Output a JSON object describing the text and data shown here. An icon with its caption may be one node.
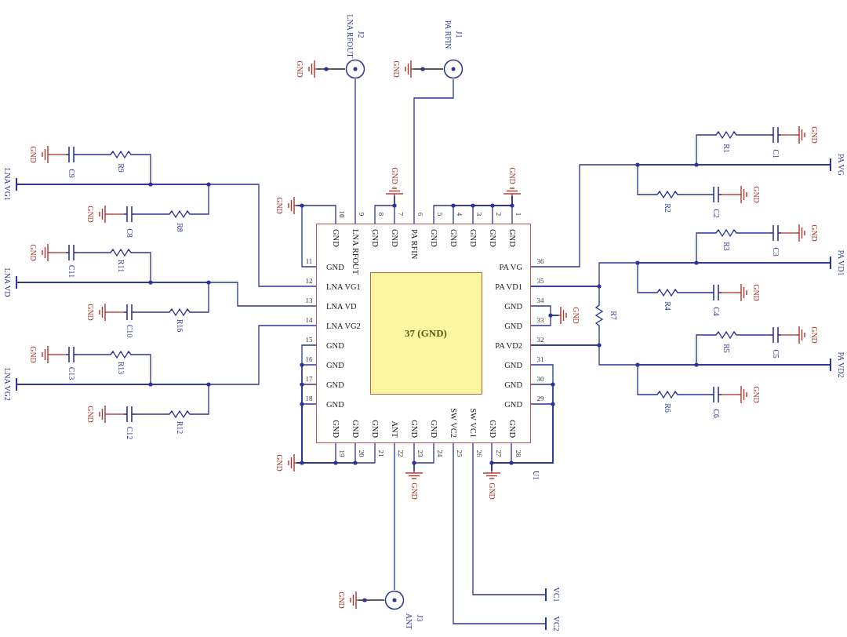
{
  "diagram": {
    "nodes": [
      {
        "text": [
          "GND",
          "GND",
          "GND",
          "GND",
          "GND",
          "PA RFIN",
          "GND",
          "GND",
          "LNA RFOUT",
          "GND",
          "GND",
          "LNA VG1",
          "LNA VD",
          "LNA VG2",
          "GND",
          "GND",
          "GND",
          "GND",
          "GND",
          "GND",
          "GND",
          "ANT",
          "GND",
          "GND",
          "SW VC2",
          "SW VC1",
          "GND",
          "GND",
          "GND",
          "GND",
          "GND",
          "PA VD2",
          "GND",
          "GND",
          "PA VD1",
          "PA VG"
        ],
        "beside": [
          "U1"
        ]
      },
      {
        "text": [
          "37 (GND)"
        ],
        "in": 0
      },
      {
        "text": [],
        "shape": "circle",
        "beside": [
          "J2",
          "LNA RFOUT"
        ]
      },
      {
        "text": [],
        "shape": "ground",
        "beside": [
          "GND"
        ]
      },
      {
        "text": [],
        "shape": "circle",
        "beside": [
          "J1",
          "PA RFIN"
        ]
      },
      {
        "text": [],
        "shape": "ground",
        "beside": [
          "GND"
        ]
      },
      {
        "text": [],
        "shape": "ground",
        "beside": [
          "GND"
        ]
      },
      {
        "text": [],
        "shape": "ground",
        "beside": [
          "GND"
        ]
      },
      {
        "text": [],
        "shape": "ground",
        "beside": [
          "GND"
        ]
      },
      {
        "text": [
          "LNA VG1"
        ]
      },
      {
        "text": [],
        "shape": "ground",
        "beside": [
          "GND"
        ]
      },
      {
        "text": [],
        "shape": "capacitor",
        "beside": [
          "C9"
        ]
      },
      {
        "text": [],
        "shape": "resistor",
        "beside": [
          "R9"
        ]
      },
      {
        "text": [],
        "shape": "ground",
        "beside": [
          "GND"
        ]
      },
      {
        "text": [],
        "shape": "capacitor",
        "beside": [
          "C8"
        ]
      },
      {
        "text": [],
        "shape": "resistor",
        "beside": [
          "R8"
        ]
      },
      {
        "text": [
          "LNA VD"
        ]
      },
      {
        "text": [],
        "shape": "ground",
        "beside": [
          "GND"
        ]
      },
      {
        "text": [],
        "shape": "capacitor",
        "beside": [
          "C11"
        ]
      },
      {
        "text": [],
        "shape": "resistor",
        "beside": [
          "R11"
        ]
      },
      {
        "text": [],
        "shape": "ground",
        "beside": [
          "GND"
        ]
      },
      {
        "text": [],
        "shape": "capacitor",
        "beside": [
          "C10"
        ]
      },
      {
        "text": [],
        "shape": "resistor",
        "beside": [
          "R16"
        ]
      },
      {
        "text": [
          "LNA VG2"
        ]
      },
      {
        "text": [],
        "shape": "ground",
        "beside": [
          "GND"
        ]
      },
      {
        "text": [],
        "shape": "capacitor",
        "beside": [
          "C13"
        ]
      },
      {
        "text": [],
        "shape": "resistor",
        "beside": [
          "R13"
        ]
      },
      {
        "text": [],
        "shape": "ground",
        "beside": [
          "GND"
        ]
      },
      {
        "text": [],
        "shape": "capacitor",
        "beside": [
          "C12"
        ]
      },
      {
        "text": [],
        "shape": "resistor",
        "beside": [
          "R12"
        ]
      },
      {
        "text": [],
        "shape": "ground",
        "beside": [
          "GND"
        ]
      },
      {
        "text": [],
        "shape": "ground",
        "beside": [
          "GND"
        ]
      },
      {
        "text": [],
        "shape": "ground",
        "beside": [
          "GND"
        ]
      },
      {
        "text": [],
        "shape": "circle",
        "beside": [
          "J3",
          "ANT"
        ]
      },
      {
        "text": [],
        "shape": "ground",
        "beside": [
          "GND"
        ]
      },
      {
        "text": [
          "VC1"
        ]
      },
      {
        "text": [
          "VC2"
        ]
      },
      {
        "text": [
          "PA VG"
        ]
      },
      {
        "text": [],
        "shape": "resistor",
        "beside": [
          "R1"
        ]
      },
      {
        "text": [],
        "shape": "capacitor",
        "beside": [
          "C1"
        ]
      },
      {
        "text": [],
        "shape": "ground",
        "beside": [
          "GND"
        ]
      },
      {
        "text": [],
        "shape": "resistor",
        "beside": [
          "R2"
        ]
      },
      {
        "text": [],
        "shape": "capacitor",
        "beside": [
          "C2"
        ]
      },
      {
        "text": [],
        "shape": "ground",
        "beside": [
          "GND"
        ]
      },
      {
        "text": [
          "PA VD1"
        ]
      },
      {
        "text": [],
        "shape": "resistor",
        "beside": [
          "R3"
        ]
      },
      {
        "text": [],
        "shape": "capacitor",
        "beside": [
          "C3"
        ]
      },
      {
        "text": [],
        "shape": "ground",
        "beside": [
          "GND"
        ]
      },
      {
        "text": [],
        "shape": "resistor",
        "beside": [
          "R4"
        ]
      },
      {
        "text": [],
        "shape": "capacitor",
        "beside": [
          "C4"
        ]
      },
      {
        "text": [],
        "shape": "ground",
        "beside": [
          "GND"
        ]
      },
      {
        "text": [],
        "shape": "resistor",
        "beside": [
          "R7"
        ]
      },
      {
        "text": [
          "PA VD2"
        ]
      },
      {
        "text": [],
        "shape": "resistor",
        "beside": [
          "R5"
        ]
      },
      {
        "text": [],
        "shape": "capacitor",
        "beside": [
          "C5"
        ]
      },
      {
        "text": [],
        "shape": "ground",
        "beside": [
          "GND"
        ]
      },
      {
        "text": [],
        "shape": "resistor",
        "beside": [
          "R6"
        ]
      },
      {
        "text": [],
        "shape": "capacitor",
        "beside": [
          "C6"
        ]
      },
      {
        "text": [],
        "shape": "ground",
        "beside": [
          "GND"
        ]
      },
      {
        "text": [],
        "shape": "ground",
        "beside": [
          "GND"
        ]
      }
    ],
    "edges": [
      {
        "from": 2,
        "to": 0,
        "arrow": "none"
      },
      {
        "from": 3,
        "to": 2,
        "arrow": "none",
        "color": "#222222"
      },
      {
        "from": 4,
        "to": 0,
        "arrow": "none"
      },
      {
        "from": 5,
        "to": 4,
        "arrow": "none",
        "color": "#222222"
      },
      {
        "from": 6,
        "to": 0,
        "arrow": "none"
      },
      {
        "from": 6,
        "to": 0,
        "arrow": "none"
      },
      {
        "from": 7,
        "to": 0,
        "arrow": "none"
      },
      {
        "from": 7,
        "to": 0,
        "arrow": "none"
      },
      {
        "from": 8,
        "to": 0,
        "arrow": "none"
      },
      {
        "from": 8,
        "to": 0,
        "arrow": "none"
      },
      {
        "from": 8,
        "to": 0,
        "arrow": "none"
      },
      {
        "from": 8,
        "to": 0,
        "arrow": "none"
      },
      {
        "from": 8,
        "to": 0,
        "arrow": "none"
      },
      {
        "from": 9,
        "to": 0,
        "arrow": "none"
      },
      {
        "from": 12,
        "to": 9,
        "arrow": "none"
      },
      {
        "from": 11,
        "to": 12,
        "arrow": "none"
      },
      {
        "from": 10,
        "to": 11,
        "arrow": "none",
        "color": "#a8342c"
      },
      {
        "from": 15,
        "to": 9,
        "arrow": "none"
      },
      {
        "from": 14,
        "to": 15,
        "arrow": "none"
      },
      {
        "from": 13,
        "to": 14,
        "arrow": "none",
        "color": "#a8342c"
      },
      {
        "from": 16,
        "to": 0,
        "arrow": "none"
      },
      {
        "from": 19,
        "to": 16,
        "arrow": "none"
      },
      {
        "from": 18,
        "to": 19,
        "arrow": "none"
      },
      {
        "from": 17,
        "to": 18,
        "arrow": "none",
        "color": "#a8342c"
      },
      {
        "from": 22,
        "to": 16,
        "arrow": "none"
      },
      {
        "from": 21,
        "to": 22,
        "arrow": "none"
      },
      {
        "from": 20,
        "to": 21,
        "arrow": "none",
        "color": "#a8342c"
      },
      {
        "from": 23,
        "to": 0,
        "arrow": "none"
      },
      {
        "from": 26,
        "to": 23,
        "arrow": "none"
      },
      {
        "from": 25,
        "to": 26,
        "arrow": "none"
      },
      {
        "from": 24,
        "to": 25,
        "arrow": "none",
        "color": "#a8342c"
      },
      {
        "from": 29,
        "to": 23,
        "arrow": "none"
      },
      {
        "from": 28,
        "to": 29,
        "arrow": "none"
      },
      {
        "from": 27,
        "to": 28,
        "arrow": "none",
        "color": "#a8342c"
      },
      {
        "from": 30,
        "to": 0,
        "arrow": "none"
      },
      {
        "from": 30,
        "to": 0,
        "arrow": "none"
      },
      {
        "from": 30,
        "to": 0,
        "arrow": "none"
      },
      {
        "from": 30,
        "to": 0,
        "arrow": "none"
      },
      {
        "from": 30,
        "to": 0,
        "arrow": "none"
      },
      {
        "from": 30,
        "to": 0,
        "arrow": "none"
      },
      {
        "from": 30,
        "to": 0,
        "arrow": "none"
      },
      {
        "from": 31,
        "to": 0,
        "arrow": "none"
      },
      {
        "from": 31,
        "to": 0,
        "arrow": "none"
      },
      {
        "from": 32,
        "to": 0,
        "arrow": "none"
      },
      {
        "from": 32,
        "to": 0,
        "arrow": "none"
      },
      {
        "from": 32,
        "to": 0,
        "arrow": "none"
      },
      {
        "from": 32,
        "to": 0,
        "arrow": "none"
      },
      {
        "from": 32,
        "to": 0,
        "arrow": "none"
      },
      {
        "from": 33,
        "to": 0,
        "arrow": "none"
      },
      {
        "from": 34,
        "to": 33,
        "arrow": "none",
        "color": "#222222"
      },
      {
        "from": 0,
        "to": 35,
        "arrow": "none"
      },
      {
        "from": 0,
        "to": 36,
        "arrow": "none"
      },
      {
        "from": 0,
        "to": 37,
        "arrow": "none"
      },
      {
        "from": 38,
        "to": 37,
        "arrow": "none"
      },
      {
        "from": 39,
        "to": 38,
        "arrow": "none"
      },
      {
        "from": 40,
        "to": 39,
        "arrow": "none",
        "color": "#a8342c"
      },
      {
        "from": 41,
        "to": 37,
        "arrow": "none"
      },
      {
        "from": 42,
        "to": 41,
        "arrow": "none"
      },
      {
        "from": 43,
        "to": 42,
        "arrow": "none",
        "color": "#a8342c"
      },
      {
        "from": 0,
        "to": 44,
        "arrow": "none"
      },
      {
        "from": 45,
        "to": 44,
        "arrow": "none"
      },
      {
        "from": 46,
        "to": 45,
        "arrow": "none"
      },
      {
        "from": 47,
        "to": 46,
        "arrow": "none",
        "color": "#a8342c"
      },
      {
        "from": 48,
        "to": 44,
        "arrow": "none"
      },
      {
        "from": 49,
        "to": 48,
        "arrow": "none"
      },
      {
        "from": 50,
        "to": 49,
        "arrow": "none",
        "color": "#a8342c"
      },
      {
        "from": 51,
        "to": 0,
        "arrow": "none"
      },
      {
        "from": 51,
        "to": 0,
        "arrow": "none"
      },
      {
        "from": 0,
        "to": 52,
        "arrow": "none"
      },
      {
        "from": 53,
        "to": 52,
        "arrow": "none"
      },
      {
        "from": 54,
        "to": 53,
        "arrow": "none"
      },
      {
        "from": 55,
        "to": 54,
        "arrow": "none",
        "color": "#a8342c"
      },
      {
        "from": 56,
        "to": 52,
        "arrow": "none"
      },
      {
        "from": 57,
        "to": 56,
        "arrow": "none"
      },
      {
        "from": 58,
        "to": 57,
        "arrow": "none",
        "color": "#a8342c"
      },
      {
        "from": 59,
        "to": 0,
        "arrow": "none"
      },
      {
        "from": 59,
        "to": 0,
        "arrow": "none"
      }
    ],
    "labels": [
      "1",
      "2",
      "3",
      "4",
      "5",
      "6",
      "7",
      "8",
      "9",
      "10",
      "11",
      "12",
      "13",
      "14",
      "15",
      "16",
      "17",
      "18",
      "19",
      "20",
      "21",
      "22",
      "23",
      "24",
      "25",
      "26",
      "27",
      "28",
      "29",
      "30",
      "31",
      "32",
      "33",
      "34",
      "35",
      "36"
    ]
  }
}
